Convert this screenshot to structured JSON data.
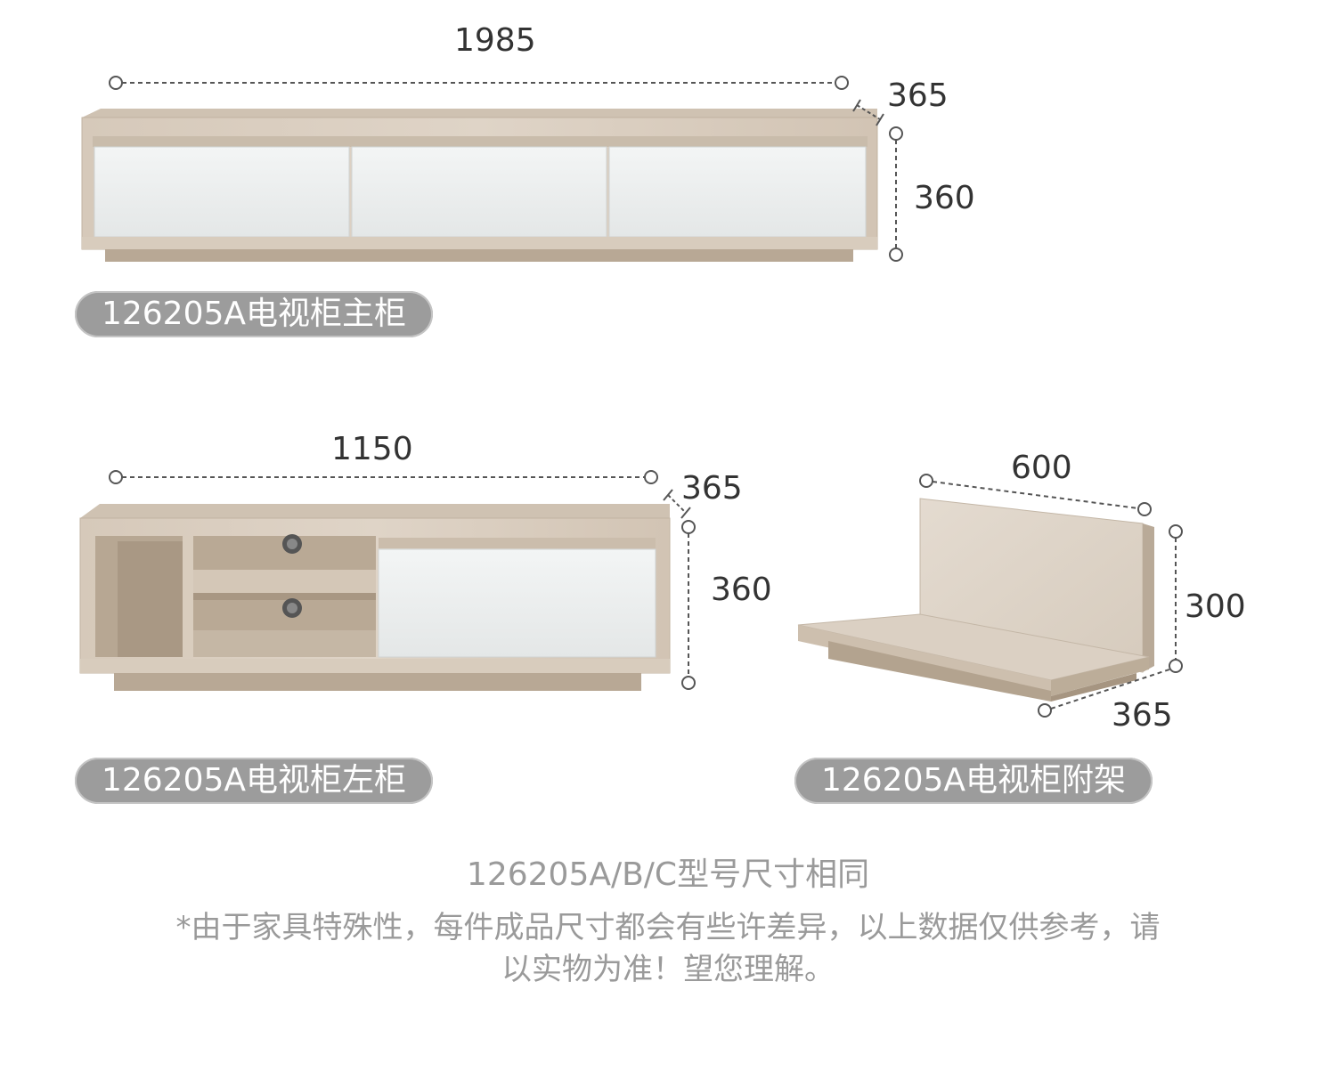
{
  "main_cabinet": {
    "width": "1985",
    "depth": "365",
    "height": "360",
    "label": "126205A电视柜主柜"
  },
  "left_cabinet": {
    "width": "1150",
    "depth": "365",
    "height": "360",
    "label": "126205A电视柜左柜"
  },
  "shelf": {
    "width": "600",
    "height": "300",
    "depth": "365",
    "label": "126205A电视柜附架"
  },
  "notes": {
    "models": "126205A/B/C型号尺寸相同",
    "disclaimer_line1": "*由于家具特殊性，每件成品尺寸都会有些许差异，以上数据仅供参考，请",
    "disclaimer_line2": "以实物为准！望您理解。"
  },
  "colors": {
    "wood": "#d9cdbf",
    "wood_dark": "#b9a994",
    "door": "#ecefef",
    "pill": "#9c9c9c",
    "dim_line": "#555555"
  }
}
